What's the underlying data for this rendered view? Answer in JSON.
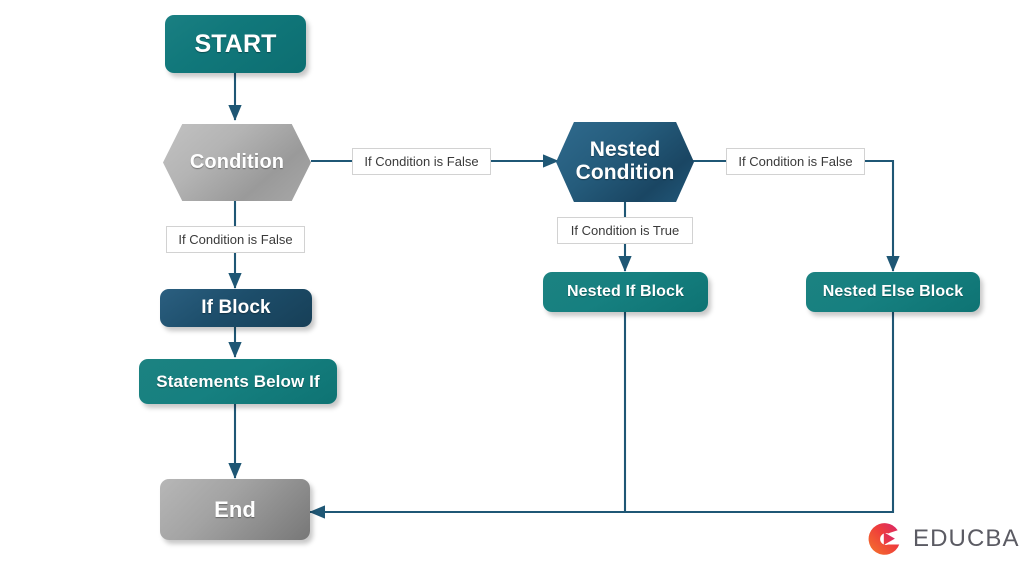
{
  "diagram": {
    "title": "Nested if-else flowchart",
    "background": "#ffffff",
    "colors": {
      "teal": "#11787b",
      "steel_blue": "#1d4e6b",
      "gray": "#a3a3a3",
      "connector": "#1f5775",
      "label_text": "#3a3a3a",
      "label_border": "#d2d2d2",
      "logo_orange": "#f2572a",
      "logo_magenta": "#d6246e",
      "logo_text": "#5b5b63"
    },
    "nodes": {
      "start": {
        "label": "START",
        "shape": "rounded-rectangle",
        "fill": "teal"
      },
      "condition": {
        "label": "Condition",
        "shape": "hexagon",
        "fill": "gray"
      },
      "if_block": {
        "label": "If Block",
        "shape": "rounded-rectangle",
        "fill": "steel_blue"
      },
      "statements_below_if": {
        "label": "Statements Below If",
        "shape": "rounded-rectangle",
        "fill": "teal"
      },
      "end": {
        "label": "End",
        "shape": "rounded-rectangle",
        "fill": "gray"
      },
      "nested_condition": {
        "label_line1": "Nested",
        "label_line2": "Condition",
        "shape": "hexagon",
        "fill": "steel_blue"
      },
      "nested_if_block": {
        "label": "Nested If Block",
        "shape": "rounded-rectangle",
        "fill": "teal"
      },
      "nested_else_block": {
        "label": "Nested Else Block",
        "shape": "rounded-rectangle",
        "fill": "teal"
      }
    },
    "edge_labels": {
      "condition_to_nested": "If Condition is False",
      "condition_to_if_block": "If Condition is False",
      "nested_to_else": "If Condition is False",
      "nested_to_if": "If Condition is True"
    },
    "logo": {
      "name": "educba-logo",
      "text": "EDUCBA"
    }
  }
}
